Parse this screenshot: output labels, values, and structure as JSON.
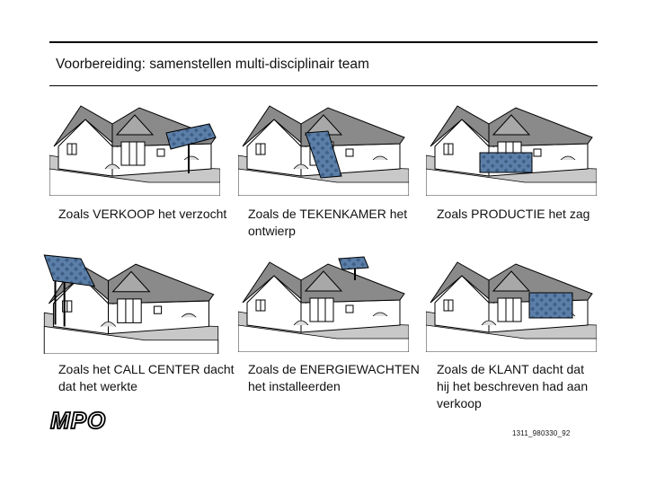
{
  "header": {
    "title": "Voorbereiding: samenstellen multi-disciplinair team"
  },
  "panels": [
    {
      "caption": {
        "pre": "Zoals ",
        "strong": "VERKOOP",
        "post": " het verzocht"
      },
      "panel_variant": "awning-panel"
    },
    {
      "caption": {
        "pre": "Zoals de ",
        "strong": "TEKENKAMER",
        "post": " het ontwierp"
      },
      "panel_variant": "leaning-panel"
    },
    {
      "caption": {
        "pre": "Zoals ",
        "strong": "PRODUCTIE",
        "post": " het zag"
      },
      "panel_variant": "fence-panel"
    },
    {
      "caption": {
        "pre": "Zoals het ",
        "strong": "CALL CENTER",
        "post": " dacht dat het werkte"
      },
      "panel_variant": "canopy-panel"
    },
    {
      "caption": {
        "pre": "Zoals de ",
        "strong": "ENERGIEWACHTEN",
        "post": " het installeerden"
      },
      "panel_variant": "pole-panel"
    },
    {
      "caption": {
        "pre": "Zoals de ",
        "strong": "KLANT",
        "post": " dacht dat hij het beschreven had aan verkoop"
      },
      "panel_variant": "garage-panel"
    }
  ],
  "footer": {
    "logo_text": "MPO",
    "doc_code": "1311_980330_92"
  },
  "colors": {
    "panel_fill": "#5b7fa8",
    "roof": "#8a8a8a",
    "ground": "#c8c8c8"
  }
}
